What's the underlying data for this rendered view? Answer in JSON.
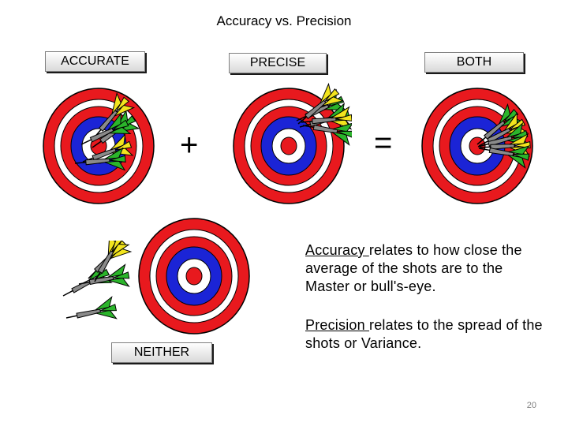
{
  "slide": {
    "title": "Accuracy vs. Precision",
    "page_number": "20"
  },
  "labels": {
    "accurate": "ACCURATE",
    "precise": "PRECISE",
    "both": "BOTH",
    "neither": "NEITHER"
  },
  "operators": {
    "plus": "+",
    "equals": "="
  },
  "descriptions": {
    "accuracy": {
      "term": "Accuracy ",
      "rest": "relates to how close the average of the shots are to the Master or bull's-eye."
    },
    "precision": {
      "term": "Precision ",
      "rest": "relates to the spread of the shots or Variance."
    }
  },
  "colors": {
    "ring_red": "#e8191e",
    "ring_blue": "#1b24d6",
    "ring_white": "#ffffff",
    "outline": "#000000",
    "dart_green": "#2bb52b",
    "dart_yellow": "#f2e41e",
    "dart_shaft": "#8a8a8a"
  },
  "icons": [
    "target-icon",
    "dart-icon"
  ]
}
